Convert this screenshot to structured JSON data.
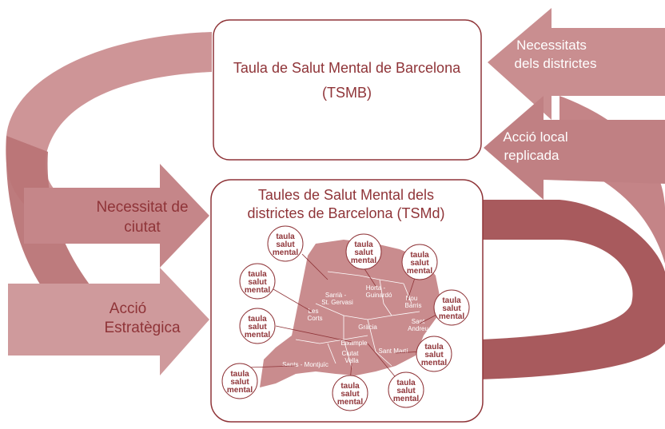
{
  "colors": {
    "maroon": "#8f3438",
    "arrow_dark": "#b06a6c",
    "arrow_light": "#d9a9aa",
    "map_fill": "#c98c8e",
    "border": "#8f3438"
  },
  "top_box": {
    "title": "Taula de Salut Mental de Barcelona",
    "abbr": "(TSMB)"
  },
  "bottom_box": {
    "title_line1": "Taules de Salut Mental dels",
    "title_line2": "districtes de Barcelona (TSMd)"
  },
  "arrows": {
    "right_top": {
      "line1": "Necessitats",
      "line2": "dels districtes"
    },
    "right_mid": {
      "line1": "Acció local",
      "line2": "replicada"
    },
    "left_mid": {
      "line1": "Necessitat de",
      "line2": "ciutat"
    },
    "left_bottom": {
      "line1": "Acció",
      "line2": "Estratègica"
    }
  },
  "badge": {
    "line1": "taula",
    "line2": "salut",
    "line3": "mental"
  },
  "districts": [
    "Sarrià -",
    "St. Gervasi",
    "Horta -",
    "Guinardó",
    "Nou",
    "Barris",
    "Les",
    "Corts",
    "Gràcia",
    "Sant",
    "Andreu",
    "Eixample",
    "Sant Martí",
    "Ciutat",
    "Vella",
    "Sants - Montjuïc"
  ]
}
